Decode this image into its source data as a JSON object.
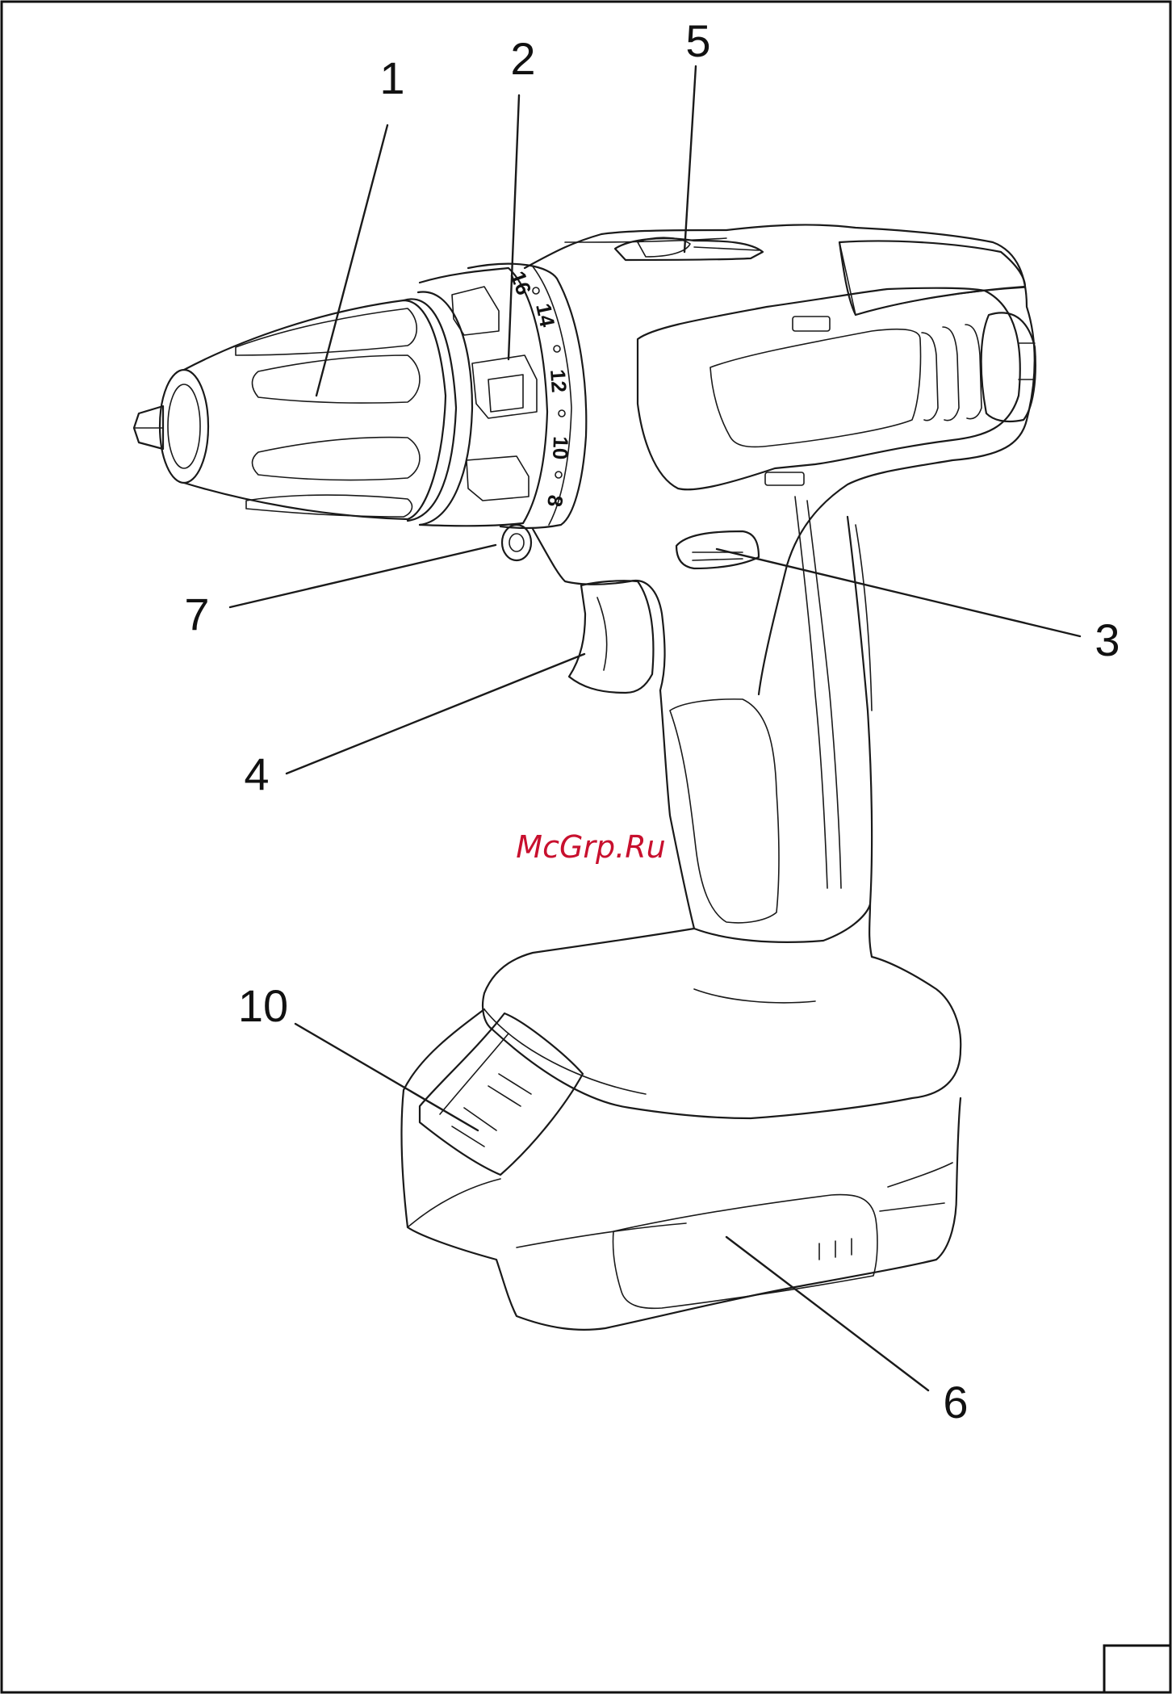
{
  "callouts": [
    {
      "id": "1",
      "label": "1"
    },
    {
      "id": "2",
      "label": "2"
    },
    {
      "id": "3",
      "label": "3"
    },
    {
      "id": "4",
      "label": "4"
    },
    {
      "id": "5",
      "label": "5"
    },
    {
      "id": "6",
      "label": "6"
    },
    {
      "id": "7",
      "label": "7"
    },
    {
      "id": "10",
      "label": "10"
    }
  ],
  "torque_dial": [
    "16",
    "14",
    "12",
    "10",
    "8"
  ],
  "watermark": {
    "text": "McGrp.Ru",
    "color": "#c8102e"
  },
  "colors": {
    "line": "#1a1a1a",
    "background": "#ffffff"
  }
}
